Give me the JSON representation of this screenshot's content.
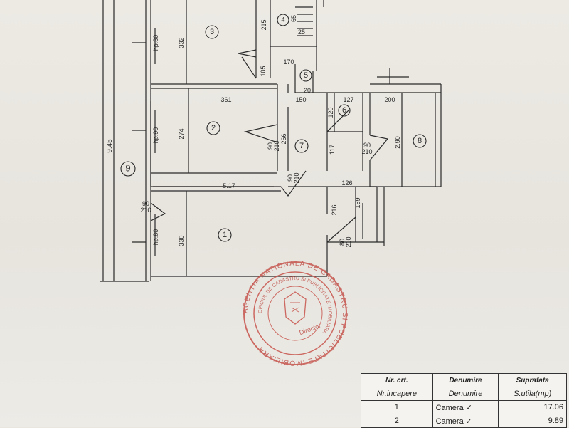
{
  "plan": {
    "rooms": [
      {
        "id": "1",
        "label": "1"
      },
      {
        "id": "2",
        "label": "2"
      },
      {
        "id": "3",
        "label": "3"
      },
      {
        "id": "4",
        "label": "4"
      },
      {
        "id": "5",
        "label": "5"
      },
      {
        "id": "6",
        "label": "6"
      },
      {
        "id": "7",
        "label": "7"
      },
      {
        "id": "8",
        "label": "8"
      },
      {
        "id": "9",
        "label": "9"
      }
    ],
    "dims": {
      "d332": "332",
      "d361": "361",
      "d274": "274",
      "d266": "266",
      "d517": "5.17",
      "d330": "330",
      "d945": "9.45",
      "d215": "215",
      "d170": "170",
      "d105": "105",
      "d150": "150",
      "d127": "127",
      "d200": "200",
      "d117": "117",
      "d126": "126",
      "d216": "216",
      "d159": "159",
      "d290": "2.90",
      "d65": "65",
      "d25": "25",
      "d20": "20",
      "d120": "120",
      "hp80a": "hp.80",
      "hp90": "hp.90",
      "hp80b": "hp.80",
      "door90_210": "90\n210",
      "door80_210": "80\n210"
    },
    "doors": {
      "w90": "90",
      "w80": "80",
      "h210": "210"
    }
  },
  "stamp": {
    "outer": "AGENTIA NATIONALA DE CADASTRU SI PUBLICITATE IMOBILIARA",
    "inner": "OFICIUL DE CADASTRU SI PUBLICITATE IMOBILIARA",
    "center": "Director"
  },
  "legend": {
    "headers": [
      "Nr. crt.",
      "Denumire",
      "Suprafata"
    ],
    "sub": [
      "Nr.incapere",
      "Denumire",
      "S.utila(mp)"
    ],
    "rows": [
      {
        "nr": "1",
        "name": "Camera",
        "check": "✓",
        "area": "17.06"
      },
      {
        "nr": "2",
        "name": "Camera",
        "check": "✓",
        "area": "9.89"
      }
    ]
  }
}
